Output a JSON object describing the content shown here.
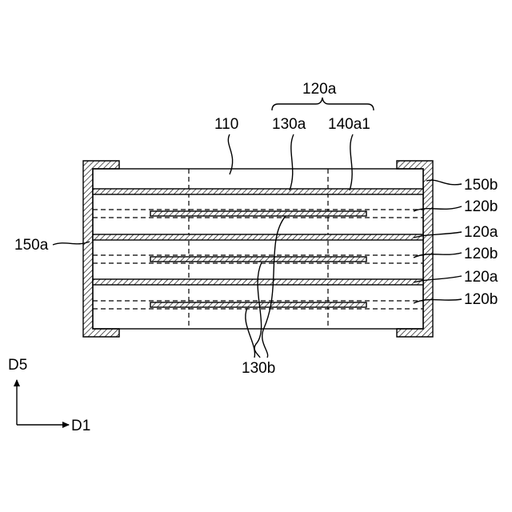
{
  "labels": {
    "group_120a_top": "120a",
    "label_110": "110",
    "label_130a": "130a",
    "label_140a1": "140a1",
    "label_150b": "150b",
    "label_120b_1": "120b",
    "label_120a_1": "120a",
    "label_120b_2": "120b",
    "label_120a_2": "120a",
    "label_120b_3": "120b",
    "label_150a": "150a",
    "label_130b": "130b",
    "axis_d5": "D5",
    "axis_d1": "D1"
  }
}
